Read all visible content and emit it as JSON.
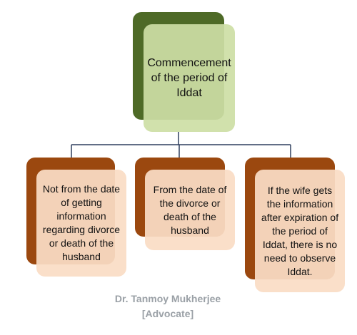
{
  "diagram": {
    "root": {
      "label": "Commencement of the period of Iddat",
      "colors": {
        "back": "#4e6a27",
        "front": "#cddea5"
      }
    },
    "children": [
      {
        "label": "Not from the date of getting information regarding divorce or death of the husband"
      },
      {
        "label": "From the date of the divorce or death of the husband"
      },
      {
        "label": "If the wife gets the information after expiration of the period of Iddat, there is no need to observe Iddat."
      }
    ],
    "child_colors": {
      "back": "#9b480f",
      "front": "#fadcc5"
    },
    "connector_color": "#2f3f5e"
  },
  "credit": {
    "name": "Dr. Tanmoy Mukherjee",
    "role": "[Advocate]"
  }
}
